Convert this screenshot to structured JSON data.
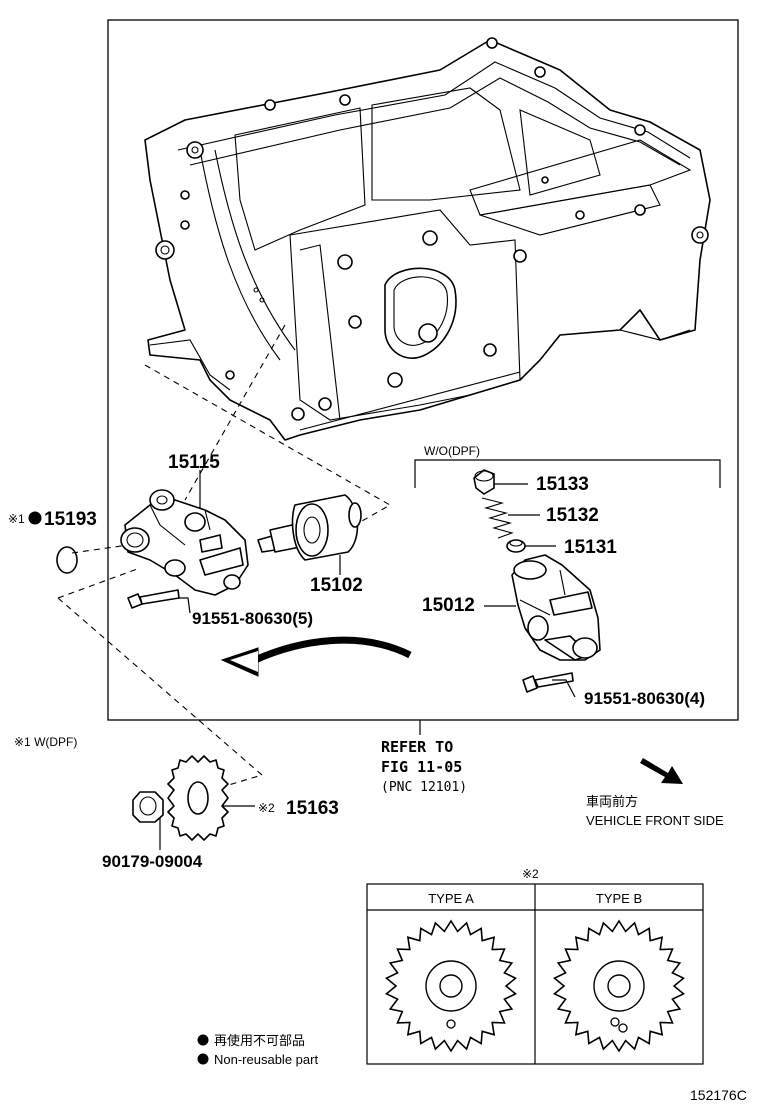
{
  "labels": {
    "p15115": "15115",
    "p15193": "15193",
    "p15193_prefix": "※1",
    "p15102": "15102",
    "bolt_left": "91551-80630(5)",
    "wo_dpf": "W/O(DPF)",
    "p15133": "15133",
    "p15132": "15132",
    "p15131": "15131",
    "p15012": "15012",
    "bolt_right": "91551-80630(4)",
    "note1": "※1 W(DPF)",
    "refer_line1": "REFER TO",
    "refer_line2": "FIG 11-05",
    "refer_line3": "(PNC 12101)",
    "front_jp": "車両前方",
    "front_en": "VEHICLE FRONT SIDE",
    "p15163": "15163",
    "p15163_prefix": "※2",
    "p90179": "90179-09004",
    "note2": "※2",
    "type_a": "TYPE A",
    "type_b": "TYPE B",
    "legend_jp": "再使用不可部品",
    "legend_en": "Non-reusable part",
    "figure_id": "152176C"
  }
}
